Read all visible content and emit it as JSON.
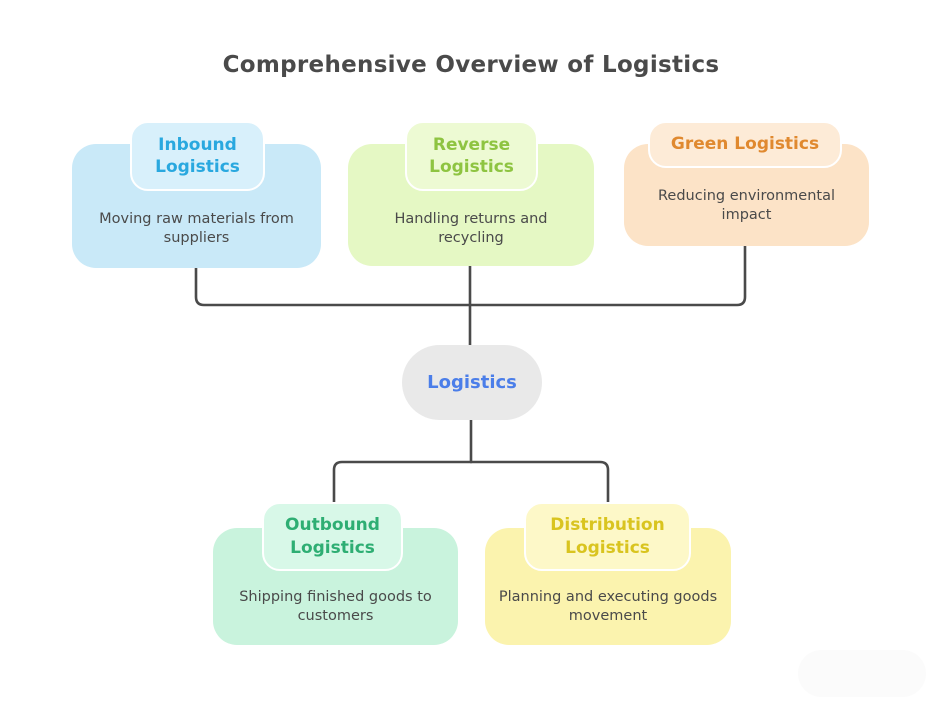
{
  "title": "Comprehensive Overview of Logistics",
  "background": "#ffffff",
  "text_color": "#4a4a4a",
  "connector_color": "#4a4a4a",
  "root": {
    "label": "Logistics",
    "text_color": "#4b7ee9",
    "bg": "#e9e9e9"
  },
  "nodes": [
    {
      "id": "inbound-logistics",
      "title": "Inbound Logistics",
      "description": "Moving raw materials from suppliers",
      "title_color": "#29a8df",
      "body_bg": "#c9e9f8",
      "badge_bg": "#d8f0fb"
    },
    {
      "id": "reverse-logistics",
      "title": "Reverse Logistics",
      "description": "Handling returns and recycling",
      "title_color": "#8ec441",
      "body_bg": "#e5f8c4",
      "badge_bg": "#edfad3"
    },
    {
      "id": "green-logistics",
      "title": "Green Logistics",
      "description": "Reducing environmental impact",
      "title_color": "#e0892f",
      "body_bg": "#fce3c7",
      "badge_bg": "#fdebd7"
    },
    {
      "id": "outbound-logistics",
      "title": "Outbound Logistics",
      "description": "Shipping finished goods to customers",
      "title_color": "#2eae73",
      "body_bg": "#c9f3dd",
      "badge_bg": "#d8f8e8"
    },
    {
      "id": "distribution-logistics",
      "title": "Distribution Logistics",
      "description": "Planning and executing goods movement",
      "title_color": "#d9c41f",
      "body_bg": "#fbf3ae",
      "badge_bg": "#fdf8c8"
    }
  ]
}
